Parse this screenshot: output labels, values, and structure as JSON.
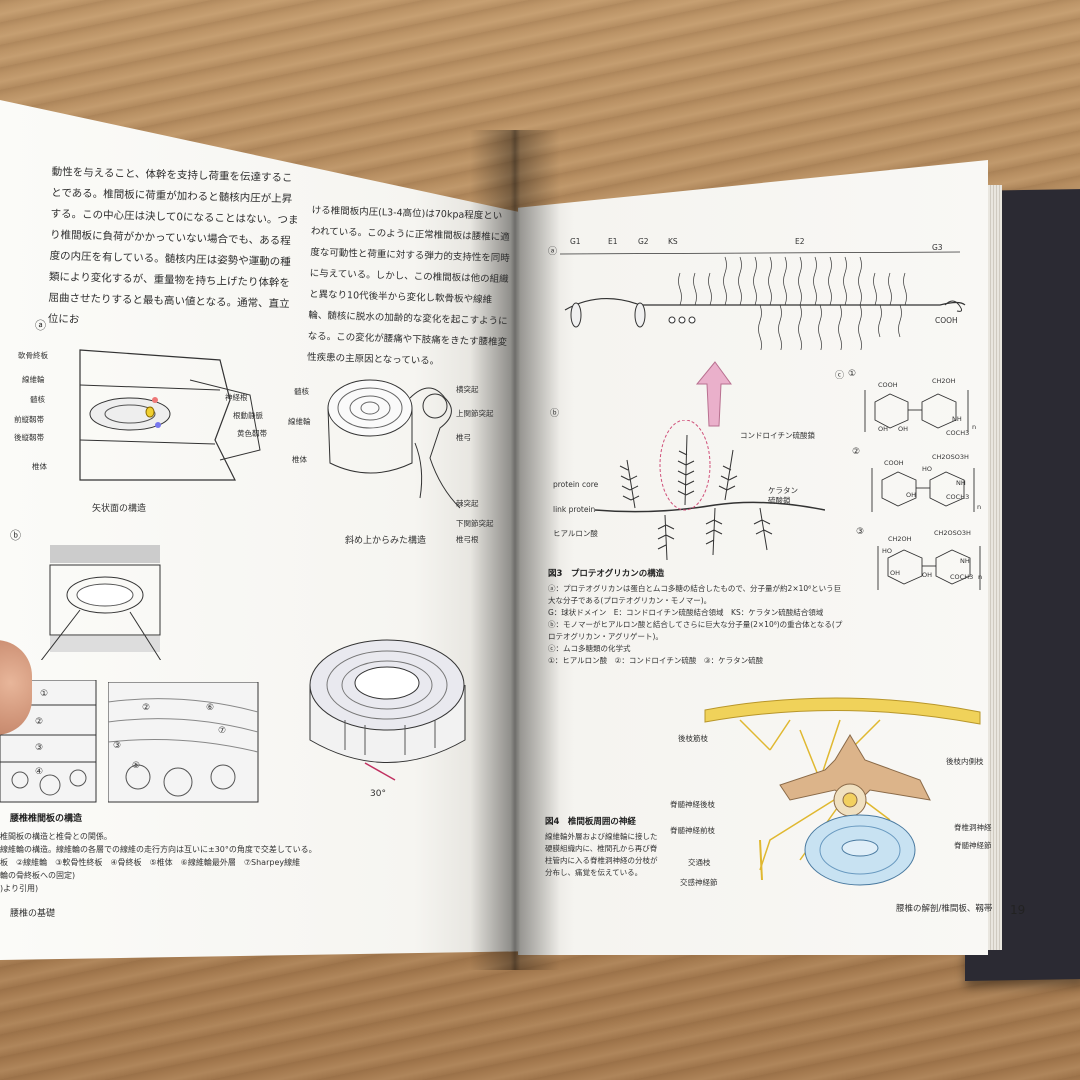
{
  "left_page": {
    "col1_text": "動性を与えること、体幹を支持し荷重を伝達することである。椎間板に荷重が加わると髄核内圧が上昇する。この中心圧は決して0になることはない。つまり椎間板に負荷がかかっていない場合でも、ある程度の内圧を有している。髄核内圧は姿勢や運動の種類により変化するが、重量物を持ち上げたり体幹を屈曲させたりすると最も高い値となる。通常、直立位にお",
    "col2_text": "ける椎間板内圧(L3-4高位)は70kpa程度といわれている。このように正常椎間板は腰椎に適度な可動性と荷重に対する弾力的支持性を同時に与えている。しかし、この椎間板は他の組織と異なり10代後半から変化し軟骨板や線維輪、髄核に脱水の加齢的な変化を起こすようになる。この変化が腰痛や下肢痛をきたす腰椎変性疾患の主原因となっている。",
    "fig_a_marker": "ⓐ",
    "fig_b_marker": "ⓑ",
    "sagittal_labels": [
      "軟骨終板",
      "線維輪",
      "髄核",
      "前縦靱帯",
      "後縦靱帯",
      "椎体"
    ],
    "sagittal_right_labels": [
      "神経根",
      "根動静脈",
      "黄色靱帯"
    ],
    "sagittal_caption": "矢状面の構造",
    "oblique_left_labels": [
      "髄核",
      "線維輪",
      "椎体"
    ],
    "oblique_right_labels": [
      "横突起",
      "上関節突起",
      "椎弓",
      "棘突起",
      "下関節突起",
      "椎弓根"
    ],
    "oblique_caption": "斜め上からみた構造",
    "layer_numbers_left": [
      "①",
      "②",
      "③",
      "④"
    ],
    "layer_numbers_right": [
      "②",
      "⑥",
      "⑦",
      "③",
      "⑤"
    ],
    "angle_label": "30°",
    "figure_title": "腰椎椎間板の構造",
    "figure_caption": "椎間板の構造と椎骨との関係。\n線維輪の構造。線維輪の各層での線維の走行方向は互いに±30°の角度で交差している。\n板　②線維輪　③軟骨性終板　④骨終板　⑤椎体　⑥線維輪最外層　⑦Sharpey線維\n輪の骨終板への固定)\n)より引用)",
    "footer": "腰椎の基礎"
  },
  "right_page": {
    "fig_a_marker": "ⓐ",
    "fig_b_marker": "ⓑ",
    "fig_c_marker": "ⓒ",
    "domain_labels": [
      "G1",
      "E1",
      "G2",
      "KS",
      "E2",
      "G3"
    ],
    "cooh_label": "COOH",
    "chondroitin_label": "コンドロイチン硫酸鎖",
    "keratan_label": "ケラタン\n硫酸鎖",
    "protein_core_label": "protein core",
    "link_protein_label": "link protein",
    "hyaluronic_label": "ヒアルロン酸",
    "chem_markers": [
      "①",
      "②",
      "③"
    ],
    "chem1_labels": [
      "COOH",
      "CH2OH",
      "NH",
      "OH",
      "COCH3",
      "OH",
      "n"
    ],
    "chem2_labels": [
      "COOH",
      "CH2OSO3H",
      "HO",
      "NH",
      "OH",
      "COCH3",
      "n"
    ],
    "chem3_labels": [
      "CH2OH",
      "CH2OSO3H",
      "HO",
      "OH",
      "NH",
      "OH",
      "COCH3",
      "n"
    ],
    "fig3_title": "図3　プロテオグリカンの構造",
    "fig3_caption": "ⓐ：プロテオグリカンは蛋白とムコ多糖の結合したもので、分子量が約2×10⁶という巨大な分子である(プロテオグリカン・モノマー)。\nG：球状ドメイン　E：コンドロイチン硫酸結合領域　KS：ケラタン硫酸結合領域\nⓑ：モノマーがヒアルロン酸と結合してさらに巨大な分子量(2×10⁸)の重合体となる(プロテオグリカン・アグリゲート)。\nⓒ：ムコ多糖類の化学式\n①：ヒアルロン酸　②：コンドロイチン硫酸　③：ケラタン硫酸",
    "nerve_labels_left": [
      "後枝筋枝",
      "脊髄神経後枝",
      "脊髄神経前枝",
      "交通枝",
      "交感神経節"
    ],
    "nerve_labels_right": [
      "後枝内側枝",
      "脊椎洞神経",
      "脊髄神経節"
    ],
    "fig4_title": "図4　椎間板周囲の神経",
    "fig4_caption": "線維輪外層および線維輪に接した硬膜組織内に、椎間孔から再び脊柱管内に入る脊椎洞神経の分枝が分布し、痛覚を伝えている。",
    "footer": "腰椎の解剖/椎間板、靱帯",
    "page_number": "19"
  },
  "colors": {
    "wood": "#b58a5c",
    "paper": "#f9f8f5",
    "line_art": "#333333",
    "pink_arrow": "#e9a8c6",
    "disc_blue": "#c7e0ef",
    "bone_tan": "#d9b48a",
    "nerve_yellow": "#e8c23c"
  }
}
